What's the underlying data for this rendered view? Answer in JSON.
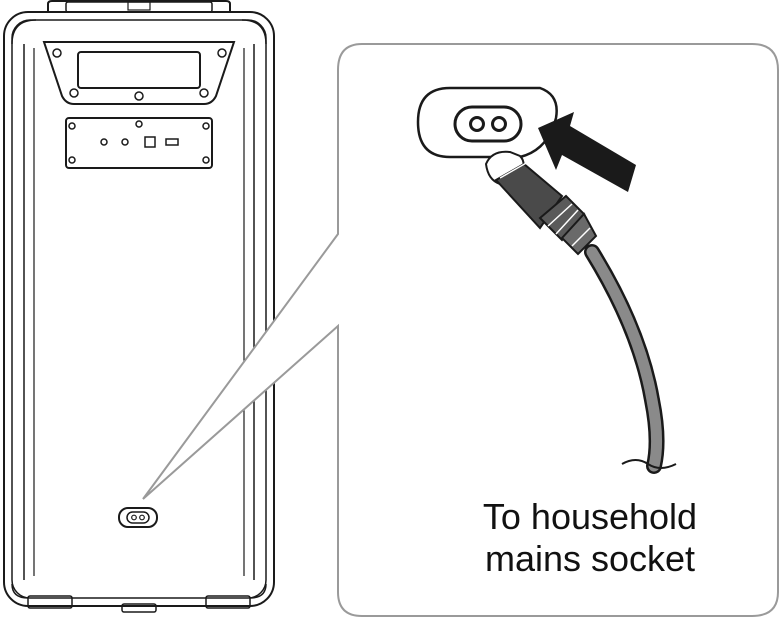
{
  "caption": {
    "line1": "To household",
    "line2": "mains socket"
  },
  "figure": {
    "device": "speaker-rear-view",
    "highlighted_port": "ac-power-inlet-icon",
    "arrow_direction": "insert-plug",
    "colors": {
      "line": "#1a1a1a",
      "callout_border": "#9a9a9a",
      "cable": "#7a7a7a",
      "plug_body": "#555555",
      "background": "#ffffff"
    }
  }
}
